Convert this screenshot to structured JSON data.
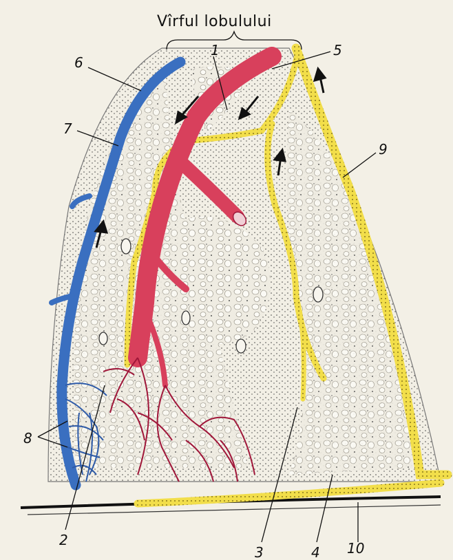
{
  "title": "Vîrful lobulului",
  "labels": {
    "n1": "1",
    "n2": "2",
    "n3": "3",
    "n4": "4",
    "n5": "5",
    "n6": "6",
    "n7": "7",
    "n8": "8",
    "n9": "9",
    "n10": "10"
  },
  "colors": {
    "paper": "#f3f0e6",
    "tissue": "#ebe7da",
    "vein": "#3a6fc0",
    "artery": "#d8405c",
    "capillary": "#a0173a",
    "bronchiole": "#f2de4a",
    "ink": "#111111"
  }
}
